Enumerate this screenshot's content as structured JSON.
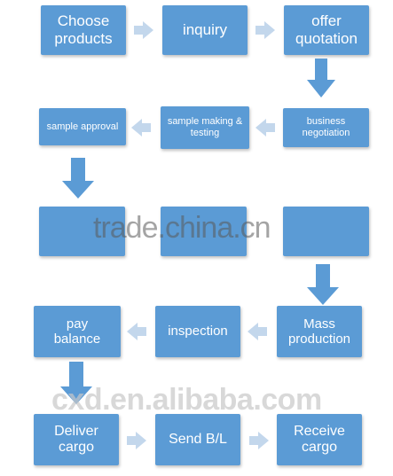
{
  "steps": {
    "choose_products": "Choose\nproducts",
    "inquiry": "inquiry",
    "offer_quotation": "offer\nquotation",
    "business_negotiation": "business\nnegotiation",
    "sample_making_testing": "sample making &\ntesting",
    "sample_approval": "sample approval",
    "mass_production": "Mass\nproduction",
    "inspection": "inspection",
    "pay_balance": "pay\nbalance",
    "deliver_cargo": "Deliver\ncargo",
    "send_bl": "Send B/L",
    "receive_cargo": "Receive\ncargo"
  },
  "watermarks": {
    "top": "trade.china.cn",
    "bottom": "cxd.en.alibaba.com"
  },
  "colors": {
    "box": "#5b9bd5",
    "arrow": "#5b9bd5",
    "arrow_light": "#c3d7ec"
  }
}
